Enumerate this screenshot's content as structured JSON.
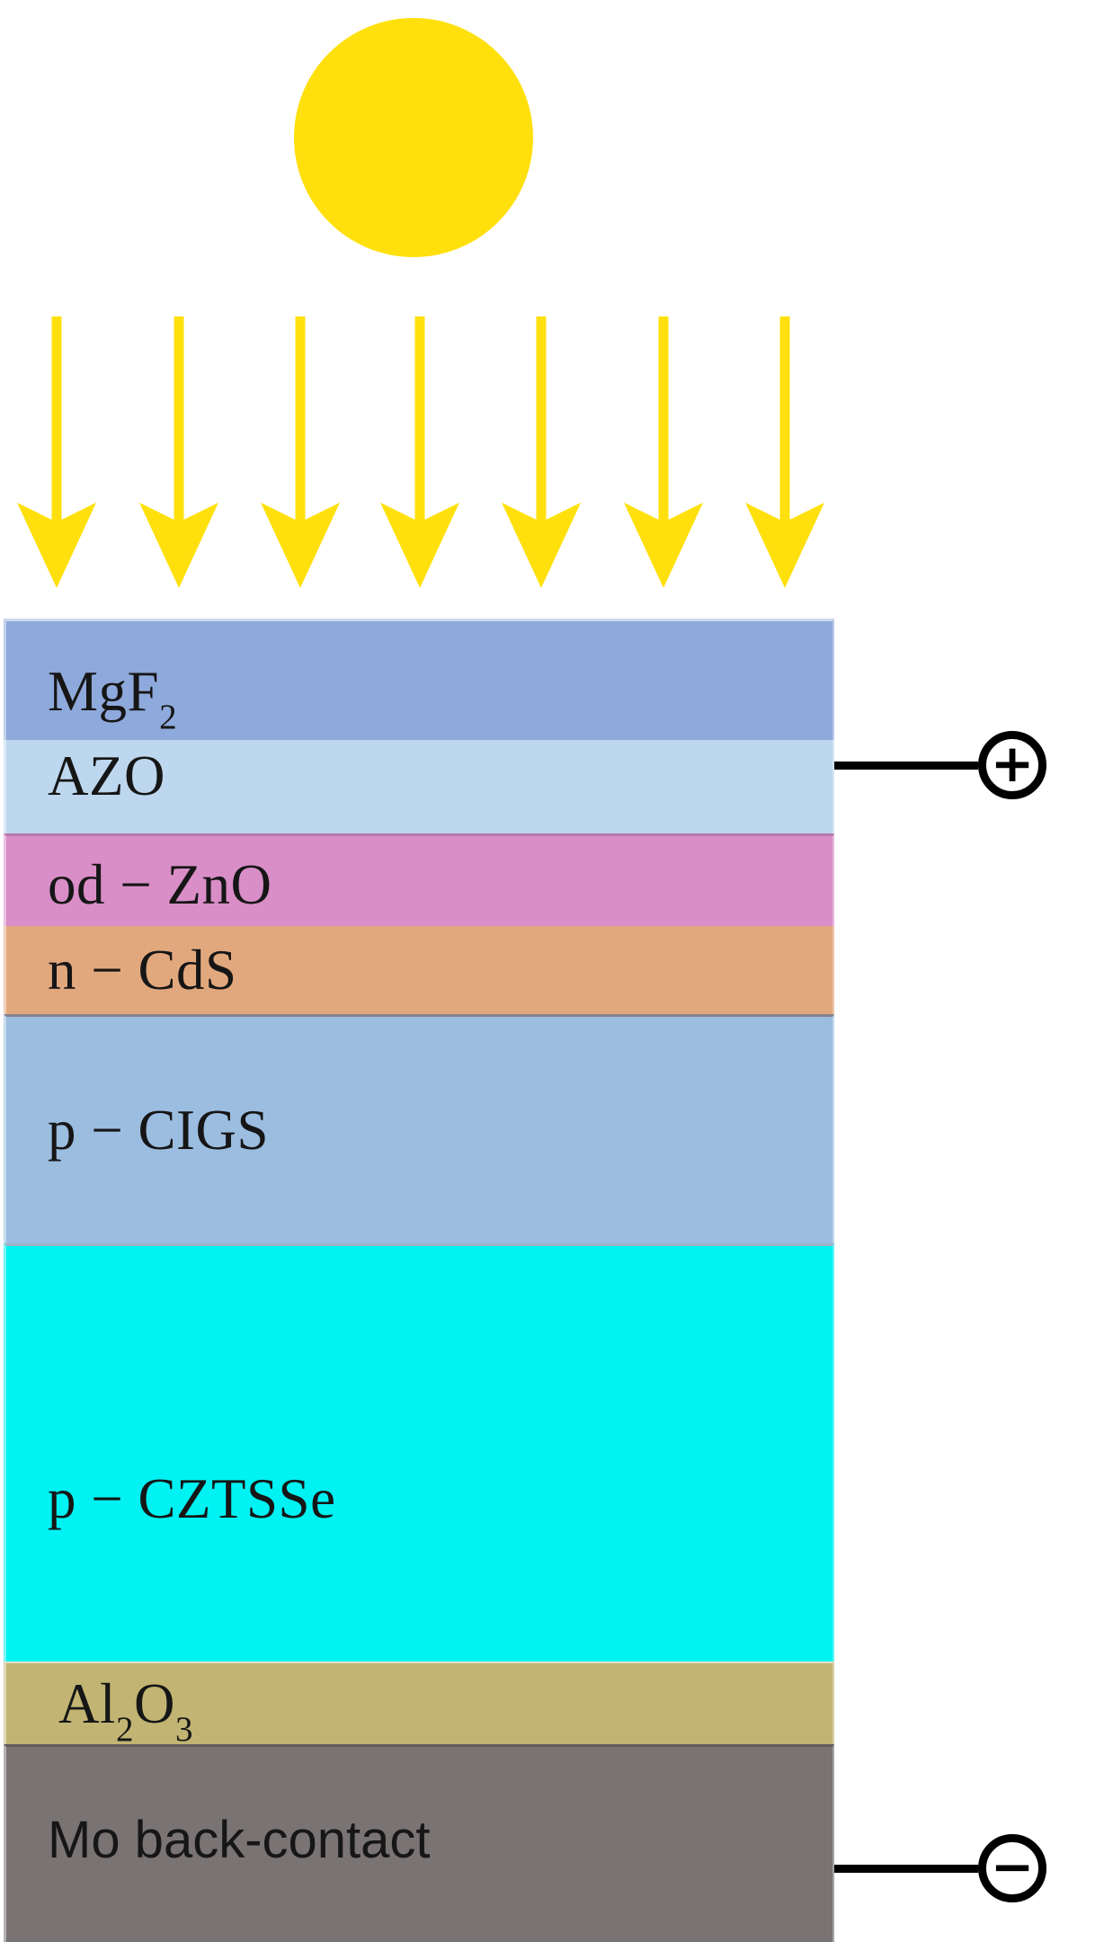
{
  "sun": {
    "color": "#FFE00D"
  },
  "rays": {
    "count": 7,
    "color": "#FFE00D"
  },
  "layers": [
    {
      "name": "MgF2",
      "color": "#8EA9DB",
      "label_parts": [
        {
          "t": "MgF"
        },
        {
          "t": "2",
          "sub": true
        }
      ]
    },
    {
      "name": "AZO",
      "color": "#BDD7EE",
      "label_parts": [
        {
          "t": "AZO"
        }
      ]
    },
    {
      "name": "od-ZnO",
      "color": "#D98EC8",
      "label_parts": [
        {
          "t": "od − ZnO"
        }
      ]
    },
    {
      "name": "n-CdS",
      "color": "#E2A87D",
      "label_parts": [
        {
          "t": "n − CdS"
        }
      ]
    },
    {
      "name": "p-CIGS",
      "color": "#9BBDE0",
      "label_parts": [
        {
          "t": "p − CIGS"
        }
      ]
    },
    {
      "name": "p-CZTSSe",
      "color": "#00F2F2",
      "label_parts": [
        {
          "t": "p − CZTSSe"
        }
      ]
    },
    {
      "name": "Al2O3",
      "color": "#C2B573",
      "label_parts": [
        {
          "t": "Al"
        },
        {
          "t": "2",
          "sub": true
        },
        {
          "t": "O"
        },
        {
          "t": "3",
          "sub": true
        }
      ]
    },
    {
      "name": "Mo back-contact",
      "color": "#797373",
      "label_parts": [
        {
          "t": "Mo back-contact"
        }
      ]
    }
  ],
  "terminals": {
    "positive": {
      "symbol": "+"
    },
    "negative": {
      "symbol": "−"
    }
  },
  "wire_color": "#000000"
}
